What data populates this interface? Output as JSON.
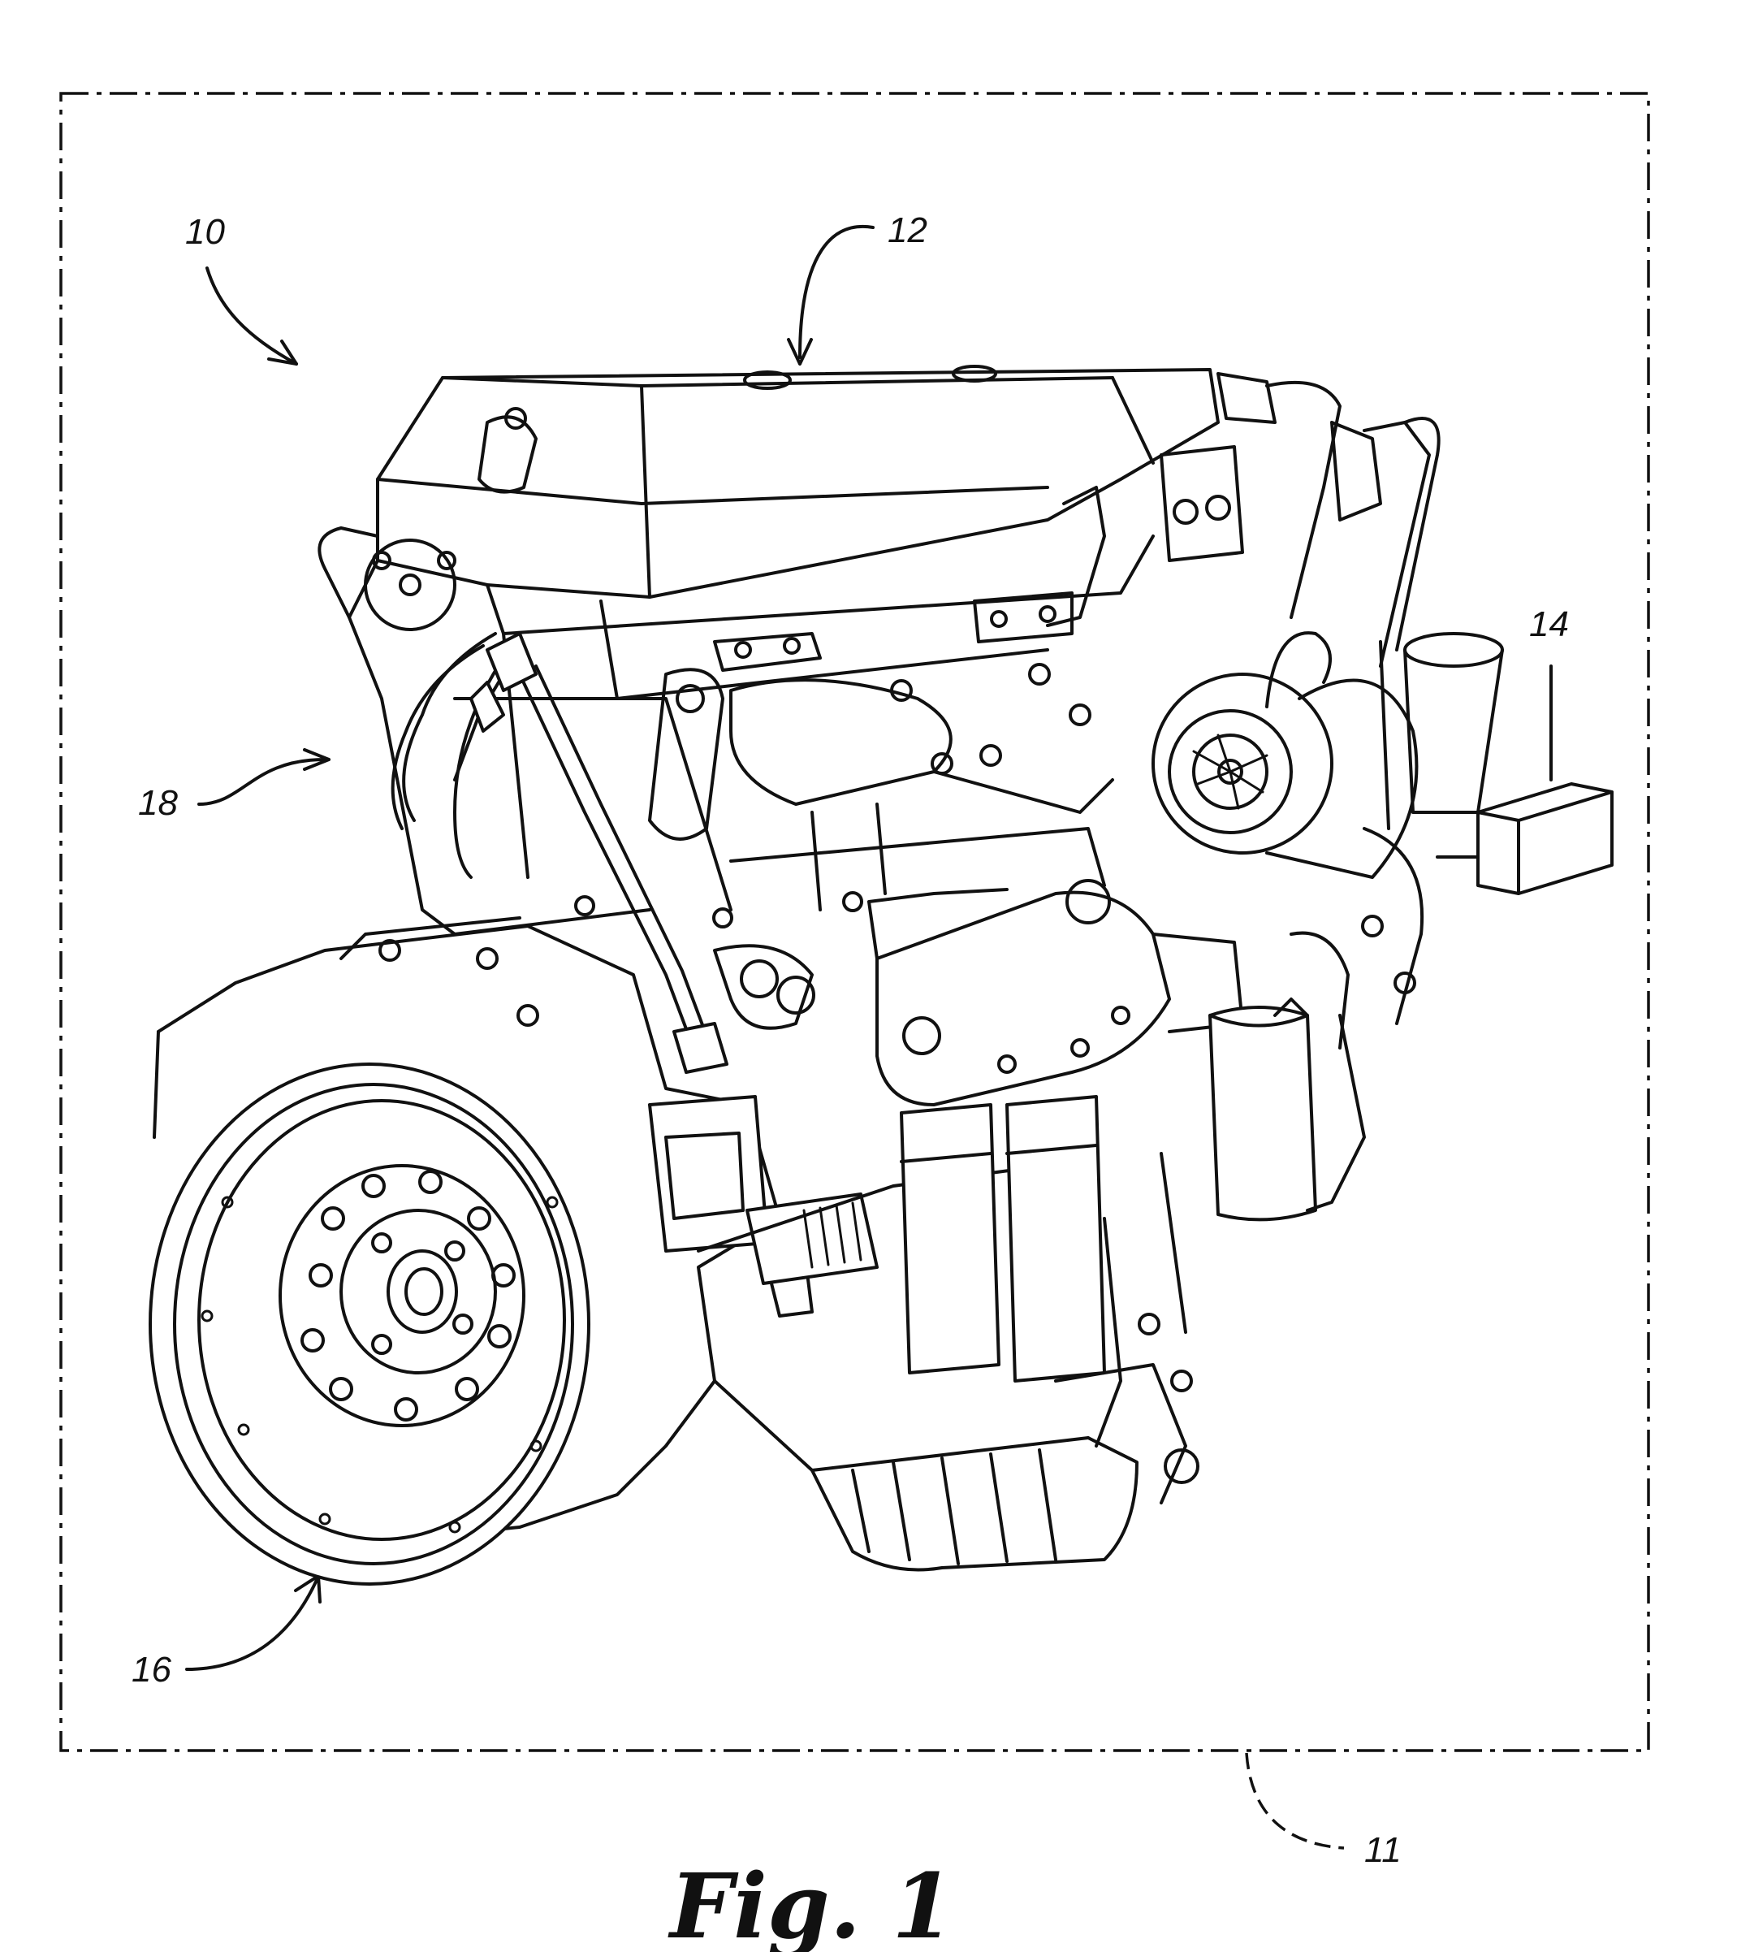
{
  "figure": {
    "caption": "Fig. 1",
    "labels": {
      "system": "10",
      "boundary": "11",
      "engine_head": "12",
      "controller": "14",
      "flywheel": "16",
      "harness": "18"
    },
    "colors": {
      "ink": "#111111",
      "paper": "#ffffff"
    }
  }
}
